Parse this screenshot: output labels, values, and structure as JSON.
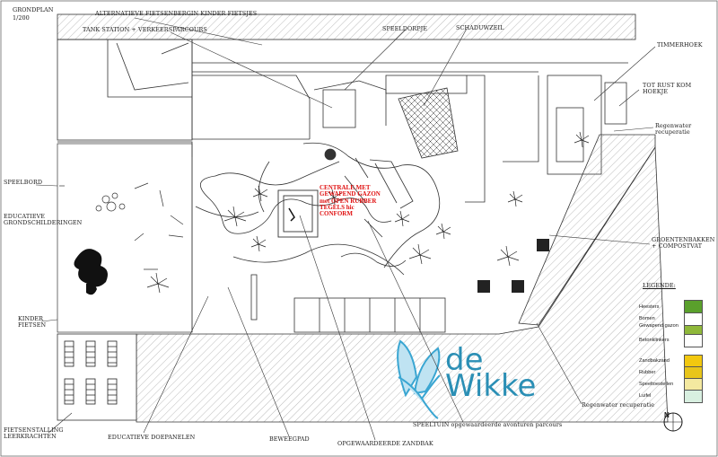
{
  "header": {
    "title": "GRONDPLAN",
    "scale": "1/200"
  },
  "labels": {
    "bicycle_storage_kids": "ALTERNATIEVE FIETSENBERGIN KINDER FIETSJES",
    "tank_station": "TANK STATION + VERKEERSPARCOURS",
    "play_village": "SPEELDORPJE",
    "shade_sail": "SCHADUWZEIL",
    "carpentry": "TIMMERHOEK",
    "rest_corner": "TOT RUST KOM HOEKJE",
    "rainwater_top": "Regenwater recuperatie",
    "play_board": "SPEELBORD",
    "educational_ground_paintings": "EDUCATIEVE GRONDSCHILDERINGEN",
    "kids_bikes": "KINDER FIETSEN",
    "vegetable_bins": "GROENTENBAKKEN + COMPOSTVAT",
    "rainwater_bottom": "Regenwater recuperatie",
    "teacher_bike_storage": "FIETSENSTALLING LEERKRACHTEN",
    "educational_door_panels": "EDUCATIEVE DOEPANELEN",
    "move_path": "BEWEEGPAD",
    "sandbox": "OPGEWAARDEERDE ZANDBAK",
    "playground": "SPEELTUIN opgewaardeerde avonturen parcours"
  },
  "center_note": "CENTRALE MET GEWAPEND GAZON met OPEN RUBBER TEGELS hic CONFORM",
  "legend": {
    "title": "LEGENDE:",
    "items": [
      {
        "label": "Heesters",
        "color": "#5aa02c",
        "pattern": "shrub"
      },
      {
        "label": "Bomen",
        "color": "#ffffff",
        "pattern": "tree"
      },
      {
        "label": "Gewapend gazon",
        "color": "#8fb83a",
        "pattern": "solid"
      },
      {
        "label": "Betonklinkers",
        "color": "#ffffff",
        "pattern": "solid"
      },
      {
        "label": "Zandbakzand",
        "color": "#f2c80f",
        "pattern": "solid"
      },
      {
        "label": "Rubber",
        "color": "#e8c51a",
        "pattern": "solid"
      },
      {
        "label": "Speeltoestellen",
        "color": "#f4e9a0",
        "pattern": "play"
      },
      {
        "label": "Luifel",
        "color": "#d8efe0",
        "pattern": "solid"
      }
    ]
  },
  "logo": {
    "line1": "de",
    "line2": "Wikke",
    "color": "#2b8fb5",
    "petal_color": "#3aa6d2"
  },
  "compass": {
    "label": "N"
  }
}
